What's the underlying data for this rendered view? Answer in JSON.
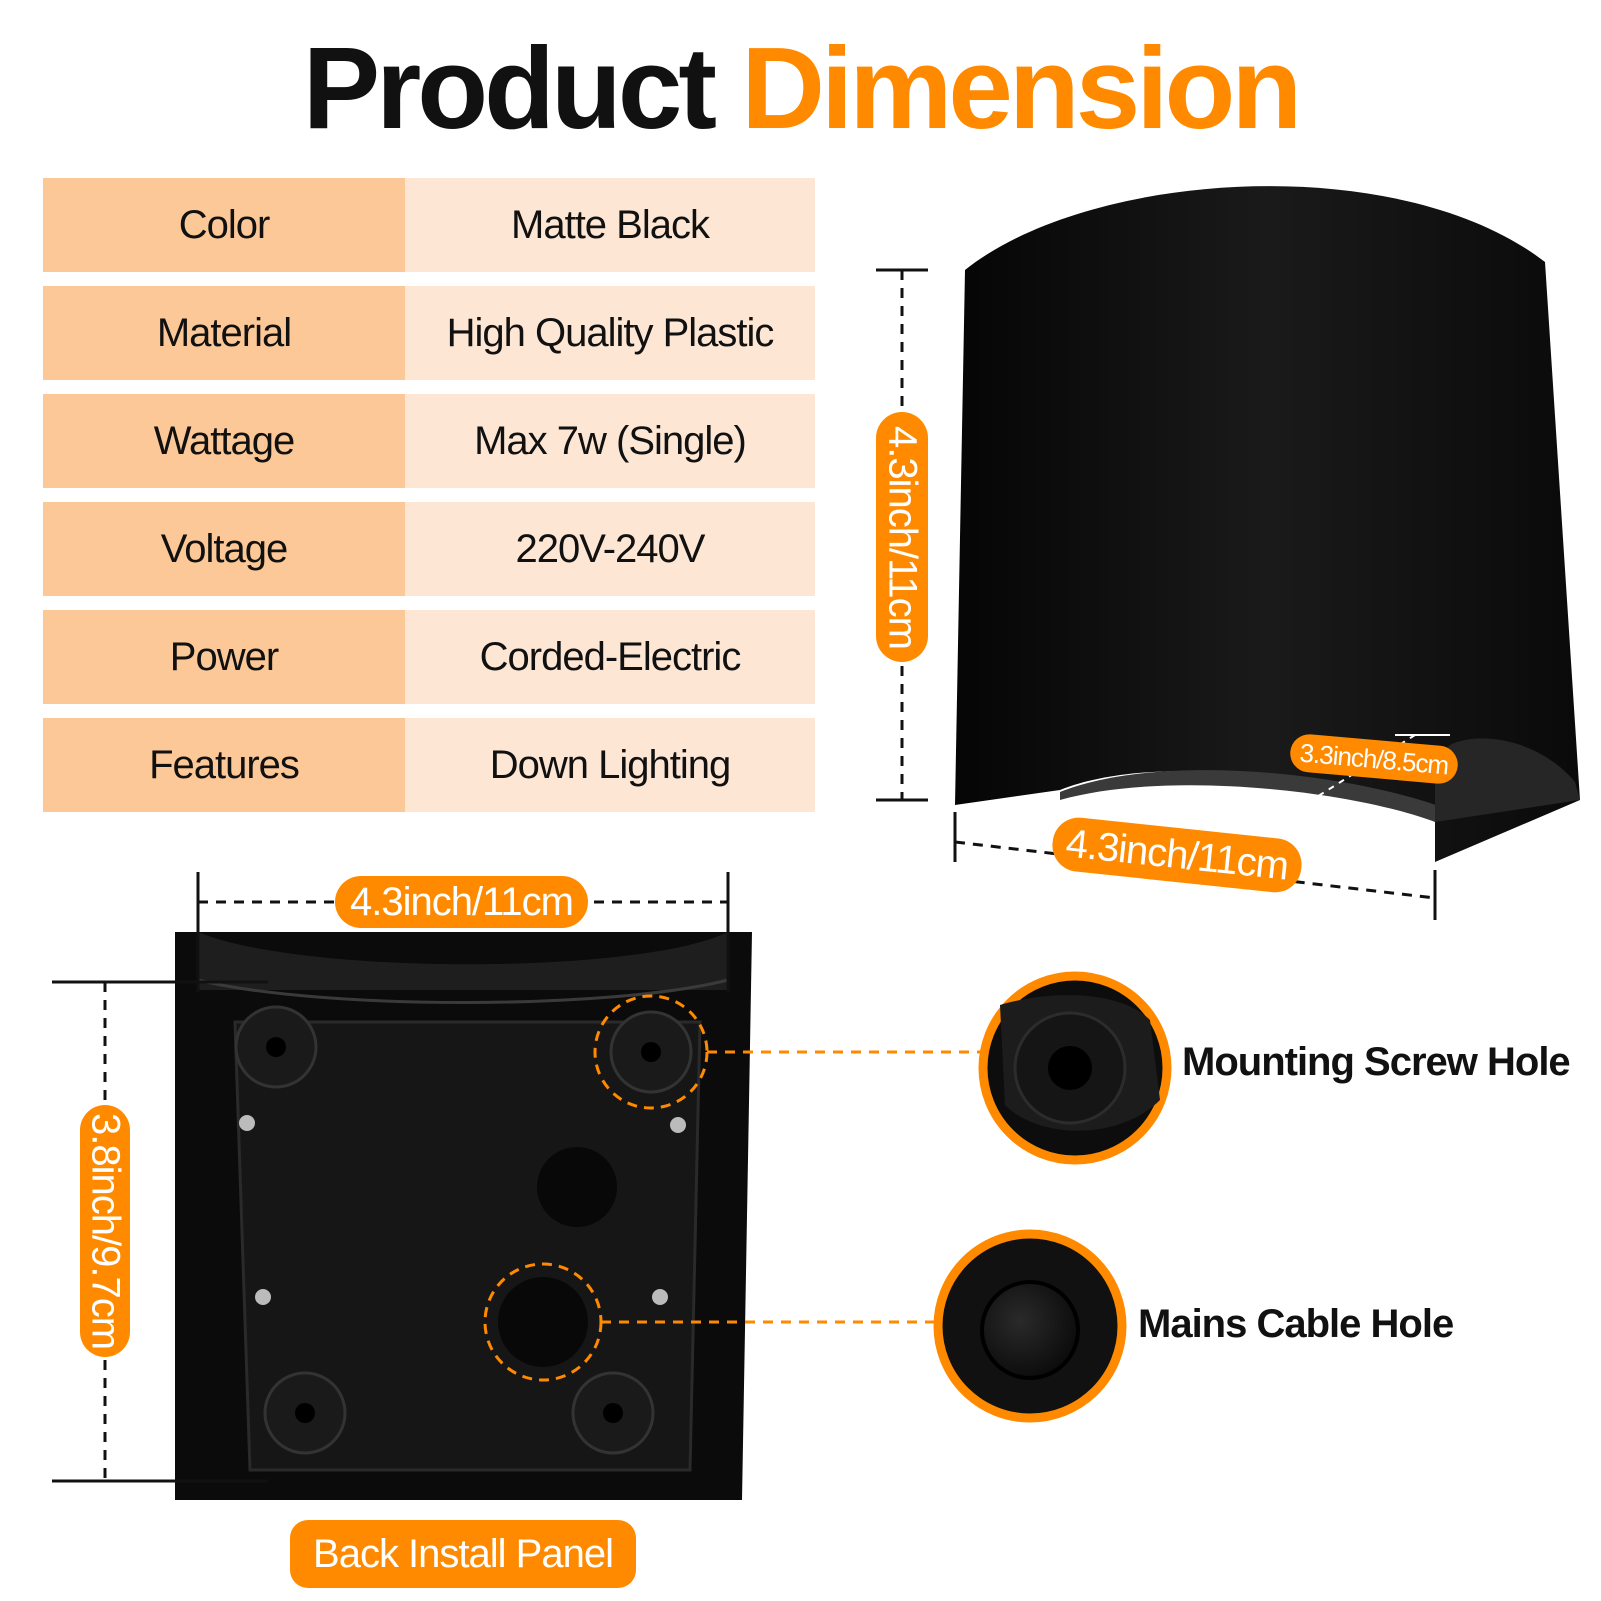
{
  "title": {
    "part1": "Product",
    "part2": "Dimension"
  },
  "specs": [
    {
      "label": "Color",
      "value": "Matte Black"
    },
    {
      "label": "Material",
      "value": "High Quality Plastic"
    },
    {
      "label": "Wattage",
      "value": "Max 7w (Single)"
    },
    {
      "label": "Voltage",
      "value": "220V-240V"
    },
    {
      "label": "Power",
      "value": "Corded-Electric"
    },
    {
      "label": "Features",
      "value": "Down Lighting"
    }
  ],
  "dimensions": {
    "lamp_height": "4.3inch/11cm",
    "lamp_width": "4.3inch/11cm",
    "lamp_depth": "3.3inch/8.5cm",
    "panel_width": "4.3inch/11cm",
    "panel_height": "3.8inch/9.7cm"
  },
  "callouts": {
    "screw_hole": "Mounting Screw Hole",
    "cable_hole": "Mains Cable Hole"
  },
  "panel_caption": "Back Install Panel",
  "colors": {
    "accent": "#ff8a00",
    "label_bg": "#fcc897",
    "value_bg": "#fde6d4"
  }
}
